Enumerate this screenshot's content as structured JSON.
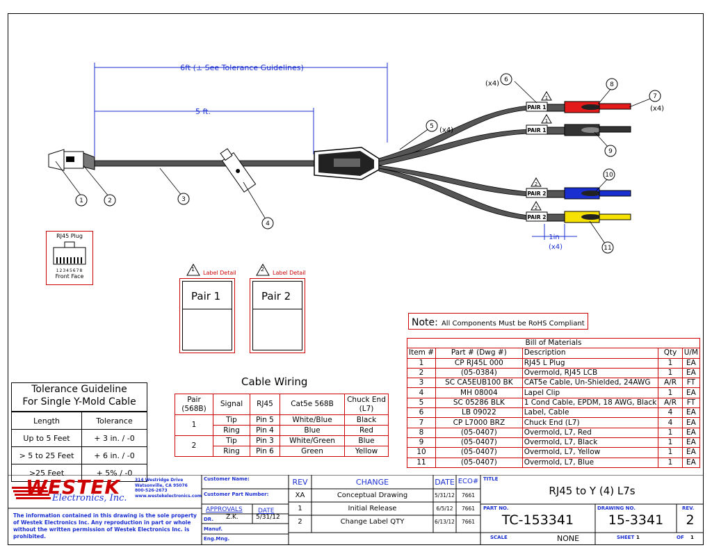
{
  "drawing": {
    "dim_6ft": "6ft (± See Tolerance Guidelines)",
    "dim_5ft": "5 ft.",
    "dim_1in": "1in",
    "dim_1in_qty": "(x4)",
    "callouts": [
      "1",
      "2",
      "3",
      "4",
      "5",
      "6",
      "7",
      "8",
      "9",
      "10",
      "11"
    ],
    "qty_x4": "(x4)",
    "pair1": "PAIR 1",
    "pair2": "PAIR 2",
    "tri1": "1",
    "tri2": "2",
    "rj45_title": "RJ45 Plug",
    "rj45_pins": "12345678",
    "rj45_sub": "Front Face",
    "colors": {
      "red": "#e31b1b",
      "black": "#333333",
      "blue": "#1a2fd0",
      "yellow": "#f5e000",
      "border_red": "#cc0000"
    }
  },
  "labels": [
    {
      "num": "1",
      "caption": "Label Detail",
      "text": "Pair 1"
    },
    {
      "num": "2",
      "caption": "Label Detail",
      "text": "Pair 2"
    }
  ],
  "note": {
    "prefix": "Note:",
    "text": "All Components Must be RoHS Compliant"
  },
  "bom": {
    "title": "Bill of Materials",
    "headers": [
      "Item #",
      "Part # (Dwg #)",
      "Description",
      "Qty",
      "U/M"
    ],
    "rows": [
      [
        "1",
        "CP RJ45L 000",
        "RJ45 L Plug",
        "1",
        "EA"
      ],
      [
        "2",
        "(05-0384)",
        "Overmold, RJ45 LCB",
        "1",
        "EA"
      ],
      [
        "3",
        "SC CA5EUB100 BK",
        "CAT5e Cable, Un-Shielded, 24AWG",
        "A/R",
        "FT"
      ],
      [
        "4",
        "MH 08004",
        "Lapel Clip",
        "1",
        "EA"
      ],
      [
        "5",
        "SC 05286 BLK",
        "1 Cond Cable, EPDM, 18 AWG, Black",
        "A/R",
        "FT"
      ],
      [
        "6",
        "LB 09022",
        "Label, Cable",
        "4",
        "EA"
      ],
      [
        "7",
        "CP L7000 BRZ",
        "Chuck End (L7)",
        "4",
        "EA"
      ],
      [
        "8",
        "(05-0407)",
        "Overmold, L7, Red",
        "1",
        "EA"
      ],
      [
        "9",
        "(05-0407)",
        "Overmold, L7, Black",
        "1",
        "EA"
      ],
      [
        "10",
        "(05-0407)",
        "Overmold, L7, Yellow",
        "1",
        "EA"
      ],
      [
        "11",
        "(05-0407)",
        "Overmold, L7, Blue",
        "1",
        "EA"
      ]
    ]
  },
  "wiring": {
    "title": "Cable Wiring",
    "headers": [
      "Pair (568B)",
      "Signal",
      "RJ45",
      "Cat5e 568B",
      "Chuck End (L7)"
    ],
    "rows": [
      {
        "pair": "1",
        "signal": "Tip",
        "rj45": "Pin 5",
        "cat5e": "White/Blue",
        "chuck": "Black"
      },
      {
        "pair": "",
        "signal": "Ring",
        "rj45": "Pin 4",
        "cat5e": "Blue",
        "chuck": "Red"
      },
      {
        "pair": "2",
        "signal": "Tip",
        "rj45": "Pin 3",
        "cat5e": "White/Green",
        "chuck": "Blue"
      },
      {
        "pair": "",
        "signal": "Ring",
        "rj45": "Pin 6",
        "cat5e": "Green",
        "chuck": "Yellow"
      }
    ]
  },
  "tolerance": {
    "title_line1": "Tolerance Guideline",
    "title_line2": "For Single Y-Mold Cable",
    "headers": [
      "Length",
      "Tolerance"
    ],
    "rows": [
      [
        "Up to 5 Feet",
        "+ 3 in. / -0"
      ],
      [
        "> 5 to 25 Feet",
        "+ 6 in. / -0"
      ],
      [
        ">25 Feet",
        "+ 5% / -0"
      ]
    ]
  },
  "titleblock": {
    "company": "WESTEK",
    "company_sub": "Electronics, Inc.",
    "address": [
      "314 Westridge Drive",
      "Watsonville, CA 95076",
      "800-526-2673",
      "www.westekelectronics.com"
    ],
    "disclaimer": "The information contained in this drawing is the sole property of Westek Electronics Inc. Any reproduction in part or whole without the written permission of Westek Electronics Inc. is prohibited.",
    "customer_name": "Customer Name:",
    "customer_part": "Customer Part Number:",
    "approvals": "APPROVALS",
    "date": "DATE",
    "dr": "DR.",
    "dr_name": "Z.K.",
    "dr_date": "5/31/12",
    "manuf": "Manuf.",
    "engmng": "Eng.Mng.",
    "rev_hdr": "REV",
    "change_hdr": "CHANGE",
    "date_hdr": "DATE",
    "eco_hdr": "ECO#",
    "revs": [
      [
        "XA",
        "Conceptual Drawing",
        "5/31/12",
        "7661"
      ],
      [
        "1",
        "Initial Release",
        "6/5/12",
        "7661"
      ],
      [
        "2",
        "Change Label QTY",
        "6/13/12",
        "7661"
      ]
    ],
    "title_lbl": "TITLE",
    "title": "RJ45 to Y (4) L7s",
    "partno_lbl": "PART NO.",
    "partno": "TC-153341",
    "drawno_lbl": "DRAWING NO.",
    "drawno": "15-3341",
    "rev_lbl": "REV.",
    "rev": "2",
    "scale_lbl": "SCALE",
    "scale": "NONE",
    "sheet_lbl": "SHEET",
    "sheet": "1",
    "of_lbl": "OF",
    "of": "1"
  }
}
